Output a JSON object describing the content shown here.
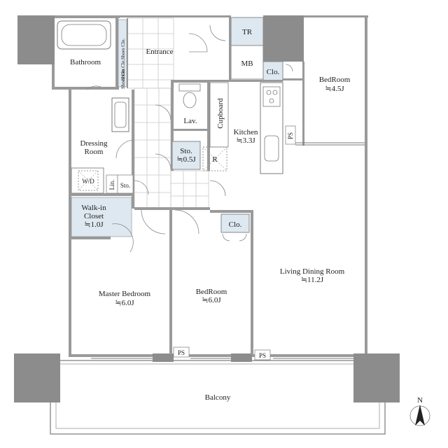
{
  "colors": {
    "wall": "#9a9a9a",
    "column": "#8c8c8c",
    "highlight": "#dde8f0",
    "line": "#7a7a7a"
  },
  "rooms": {
    "bathroom": "Bathroom",
    "shoes_clo_1": "Shoes Clo.",
    "shoes_clo_2": "Shoes Clo.",
    "shoes_clo_3": "Shoes Clo.",
    "entrance": "Entrance",
    "tr": "TR",
    "mb": "MB",
    "clo_top": "Clo.",
    "bedroom_ne_name": "BedRoom",
    "bedroom_ne_size": "≒4.5J",
    "lav": "Lav.",
    "cupboard": "Cupboard",
    "kitchen_name": "Kitchen",
    "kitchen_size": "≒3.3J",
    "ps_kitchen": "PS",
    "dressing_line1": "Dressing",
    "dressing_line2": "Room",
    "sto_name": "Sto.",
    "sto_size": "≒0.5J",
    "r": "R",
    "wd": "W/D",
    "lin": "Lin.",
    "sto2": "Sto.",
    "walkin_line1": "Walk-in",
    "walkin_line2": "Closet",
    "walkin_size": "≒1.0J",
    "clo_mid": "Clo.",
    "master_name": "Master Bedroom",
    "master_size": "≒6.0J",
    "bedroom_mid_name": "BedRoom",
    "bedroom_mid_size": "≒6.0J",
    "living_name": "Living Dining Room",
    "living_size": "≒11.2J",
    "ps_1": "PS",
    "ps_2": "PS",
    "balcony": "Balcony",
    "north": "N"
  },
  "icons": [
    "north-arrow-icon",
    "refrigerator-icon",
    "washer-dryer-icon",
    "stove-icon",
    "bathtub-icon",
    "toilet-icon",
    "sink-icon"
  ]
}
